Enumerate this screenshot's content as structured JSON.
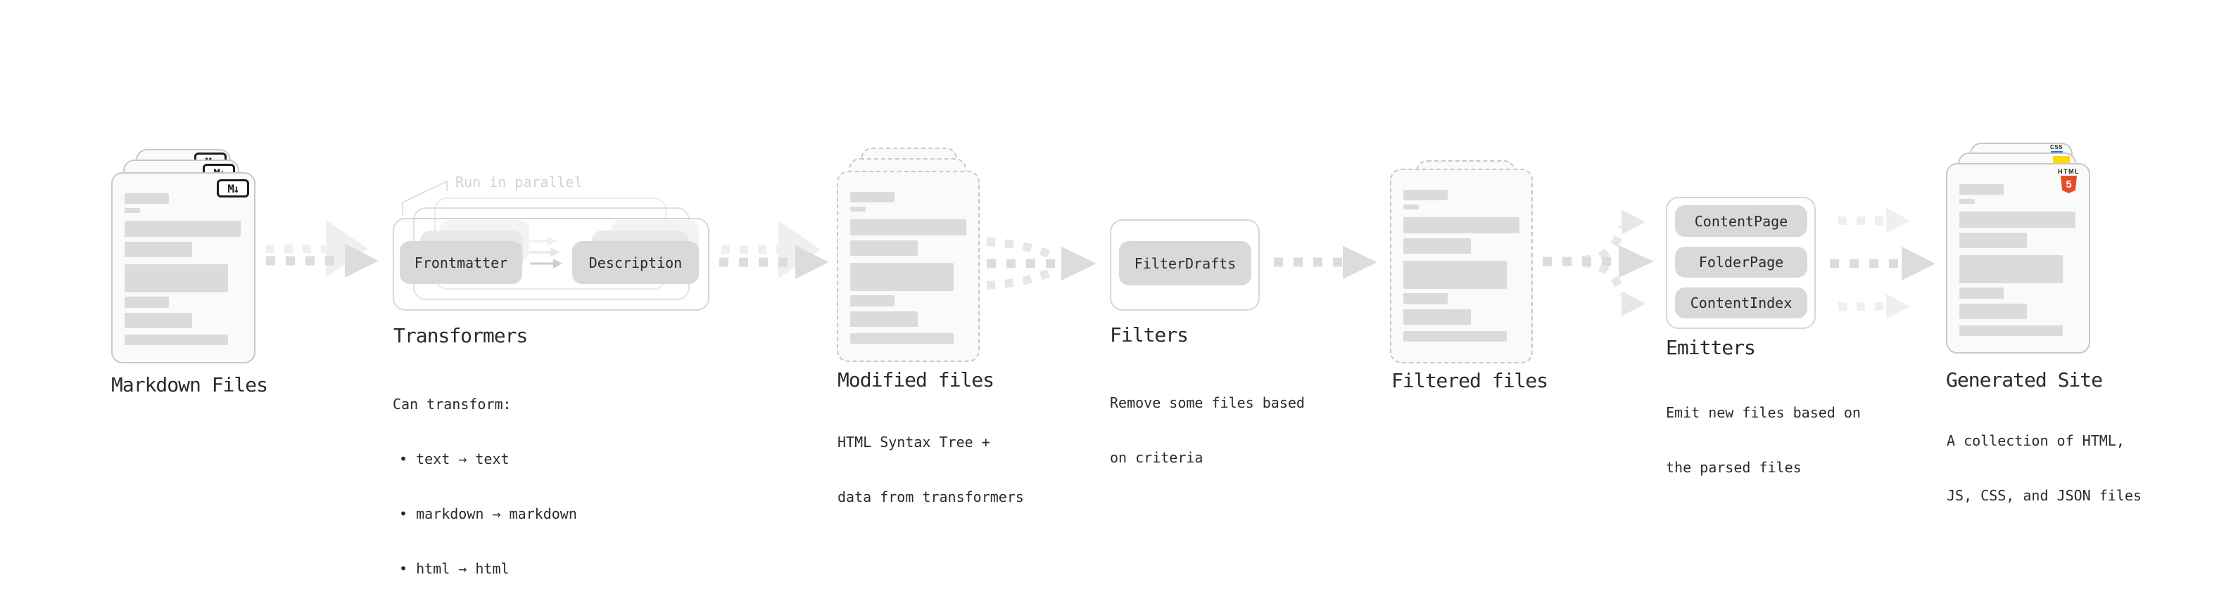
{
  "colors": {
    "text": "#2b2b2b",
    "muted": "#d2d2d2",
    "bar": "#dbdbdb",
    "box_fill": "#d9d9d9",
    "doc_fill": "#fafafa",
    "doc_border": "#c8c8c8",
    "outline": "#d6d6d6",
    "outline_mid": "#e0e0e0",
    "outline_light": "#eaeaea",
    "ghost1": "#e9e9e9",
    "ghost2": "#f3f3f3",
    "arrow": "#dcdcdc",
    "arrow_dark": "#cdcdcd",
    "arrow_light": "#e7e7e7",
    "arrow_ghost": "#efefef",
    "html5_orange": "#e44d26",
    "js_yellow": "#ffd900",
    "css_blue": "#2d6fe0",
    "icon_ink": "#1c1c1c"
  },
  "icons": {
    "markdown": "M↓",
    "html5_word": "HTML",
    "html5_five": "5",
    "css_word": "CSS"
  },
  "annotation": {
    "run_in_parallel": "Run in parallel"
  },
  "stages": [
    {
      "id": "markdown-files",
      "title": "Markdown Files"
    },
    {
      "id": "transformers",
      "title": "Transformers",
      "boxes": [
        "Frontmatter",
        "Description"
      ],
      "desc": [
        "Can transform:",
        "• text → text",
        "• markdown → markdown",
        "• html → html"
      ]
    },
    {
      "id": "modified-files",
      "title": "Modified files",
      "desc": [
        "HTML Syntax Tree +",
        "data from transformers"
      ]
    },
    {
      "id": "filters",
      "title": "Filters",
      "boxes": [
        "FilterDrafts"
      ],
      "desc": [
        "Remove some files based",
        "on criteria"
      ]
    },
    {
      "id": "filtered-files",
      "title": "Filtered files"
    },
    {
      "id": "emitters",
      "title": "Emitters",
      "boxes": [
        "ContentPage",
        "FolderPage",
        "ContentIndex"
      ],
      "desc": [
        "Emit new files based on",
        "the parsed files"
      ]
    },
    {
      "id": "generated-site",
      "title": "Generated Site",
      "desc": [
        "A collection of HTML,",
        "JS, CSS, and JSON files"
      ]
    }
  ]
}
